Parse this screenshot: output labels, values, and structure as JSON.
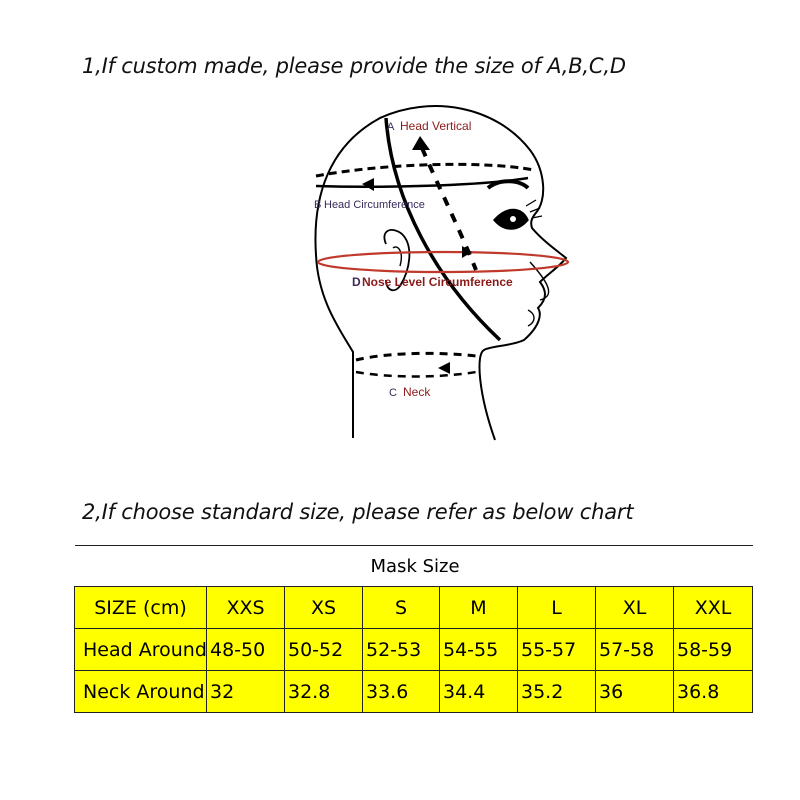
{
  "headings": {
    "custom": "1,If custom made, please provide the size of A,B,C,D",
    "standard": "2,If choose standard size, please refer as below chart"
  },
  "diagram": {
    "labels": {
      "a_letter": "A",
      "a_text": "Head Vertical",
      "b_letter": "B",
      "b_text": "Head Circumference",
      "c_letter": "C",
      "c_text": "Neck",
      "d_letter": "D",
      "d_text": "Nose Level Circumference"
    },
    "colors": {
      "outline": "#000000",
      "label_dark": "#3a2a5a",
      "label_red": "#8b1a1a",
      "nose_band": "#c0392b"
    }
  },
  "table": {
    "title": "Mask Size",
    "header": [
      "SIZE (cm)",
      "XXS",
      "XS",
      "S",
      "M",
      "L",
      "XL",
      "XXL"
    ],
    "rows": [
      [
        "Head Around",
        "48-50",
        "50-52",
        "52-53",
        "54-55",
        "55-57",
        "57-58",
        "58-59"
      ],
      [
        "Neck Around",
        "32",
        "32.8",
        "33.6",
        "34.4",
        "35.2",
        "36",
        "36.8"
      ]
    ],
    "colors": {
      "cell_fill": "#ffff00",
      "border": "#222222"
    }
  }
}
